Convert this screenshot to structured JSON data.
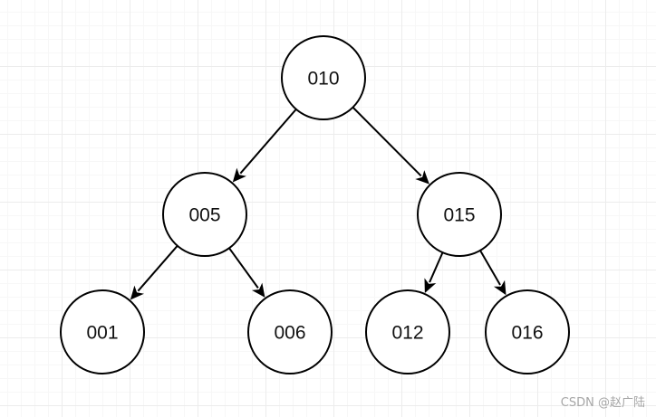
{
  "diagram": {
    "nodes": [
      {
        "id": "n010",
        "label": "010"
      },
      {
        "id": "n005",
        "label": "005"
      },
      {
        "id": "n015",
        "label": "015"
      },
      {
        "id": "n001",
        "label": "001"
      },
      {
        "id": "n006",
        "label": "006"
      },
      {
        "id": "n012",
        "label": "012"
      },
      {
        "id": "n016",
        "label": "016"
      }
    ],
    "edges": [
      {
        "from": "n010",
        "to": "n005"
      },
      {
        "from": "n010",
        "to": "n015"
      },
      {
        "from": "n005",
        "to": "n001"
      },
      {
        "from": "n005",
        "to": "n006"
      },
      {
        "from": "n015",
        "to": "n012"
      },
      {
        "from": "n015",
        "to": "n016"
      }
    ]
  },
  "watermark": {
    "text": "CSDN @赵广陆"
  }
}
